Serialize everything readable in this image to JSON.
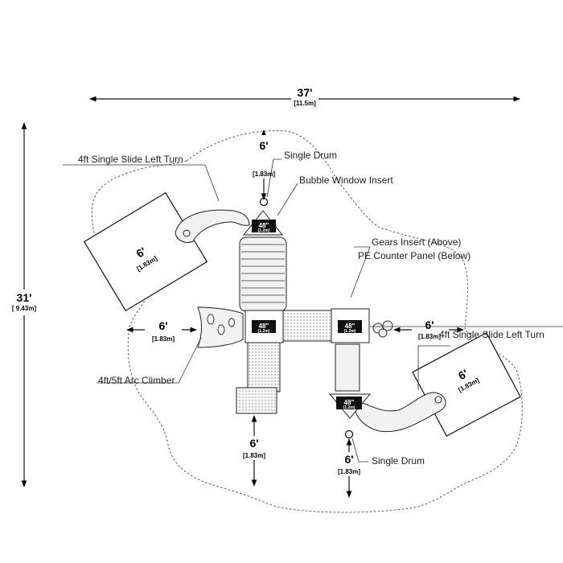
{
  "overall": {
    "width": "37'",
    "width_metric": "[11.5m]",
    "height": "31'",
    "height_metric": "[ 9.43m]"
  },
  "clearance": {
    "ft": "6'",
    "metric": "[1.83m]"
  },
  "platform": {
    "size": "48\"",
    "metric": "(1.2m)"
  },
  "labels": {
    "slide_left": "4ft Single Slide Left Turn",
    "single_drum_top": "Single Drum",
    "bubble_window": "Bubble Window Insert",
    "gears_insert": "Gears Insert (Above)",
    "pe_counter": "PE Counter Panel (Below)",
    "slide_right": "4ft Single Slide Left Turn",
    "arc_climber": "4ft/5ft Arc Climber",
    "single_drum_bottom": "Single Drum"
  }
}
